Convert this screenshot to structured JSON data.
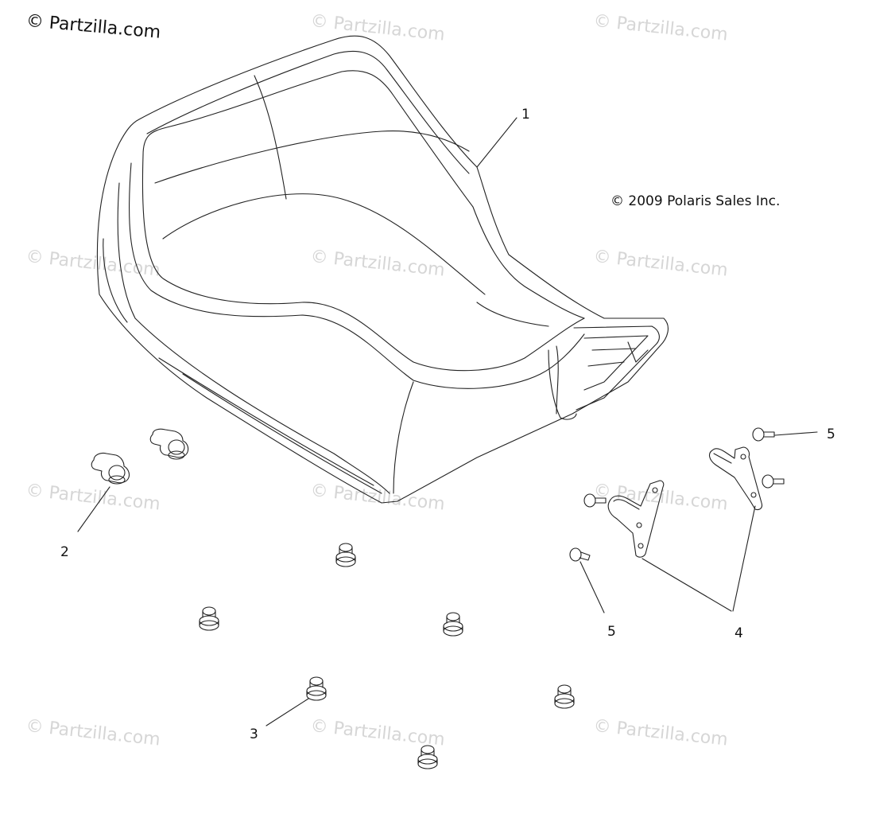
{
  "watermark": {
    "logo_text": "© Partzilla.com",
    "repeat_text": "© Partzilla.com"
  },
  "copyright": "© 2009 Polaris Sales Inc.",
  "callouts": [
    {
      "label": "1"
    },
    {
      "label": "2"
    },
    {
      "label": "3"
    },
    {
      "label": "4"
    },
    {
      "label": "5"
    },
    {
      "label": "5"
    }
  ],
  "parts": [
    {
      "ref": "1",
      "part": "seat"
    },
    {
      "ref": "2",
      "part": "seat latch"
    },
    {
      "ref": "3",
      "part": "rubber bumper grommet"
    },
    {
      "ref": "4",
      "part": "seat bracket"
    },
    {
      "ref": "5",
      "part": "screw"
    }
  ]
}
